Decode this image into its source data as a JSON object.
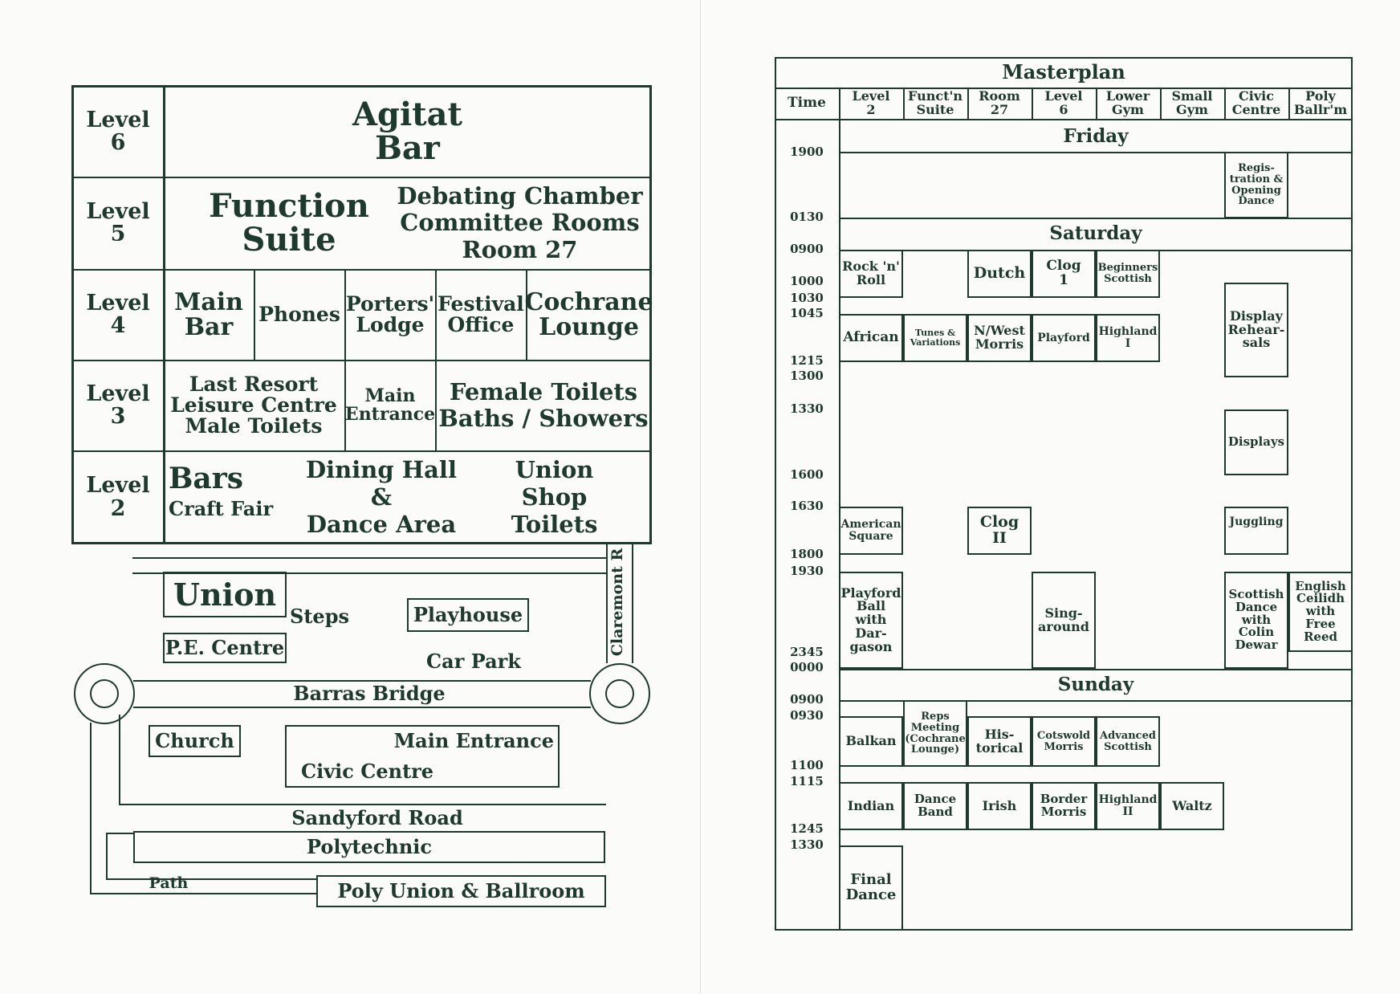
{
  "building_plan": {
    "level6": {
      "label": "Level\n6",
      "agitat_bar": "Agitat\nBar"
    },
    "level5": {
      "label": "Level\n5",
      "function_suite": "Function\nSuite",
      "debating": "Debating Chamber\nCommittee Rooms\nRoom 27"
    },
    "level4": {
      "label": "Level\n4",
      "main_bar": "Main\nBar",
      "phones": "Phones",
      "porters": "Porters'\nLodge",
      "festival": "Festival\nOffice",
      "cochrane": "Cochrane\nLounge"
    },
    "level3": {
      "label": "Level\n3",
      "last_resort": "Last  Resort\nLeisure Centre\nMale Toilets",
      "main_entrance": "Main\nEntrance",
      "female": "Female Toilets\nBaths / Showers"
    },
    "level2": {
      "label": "Level\n2",
      "bars": "Bars",
      "craft_fair": "Craft Fair",
      "dining": "Dining Hall &\nDance Area",
      "union_shop": "Union Shop\nToilets"
    }
  },
  "street_map": {
    "union": "Union",
    "steps": "Steps",
    "playhouse": "Playhouse",
    "pe_centre": "P.E. Centre",
    "car_park": "Car Park",
    "claremont": "Claremont R",
    "barras_bridge": "Barras Bridge",
    "church": "Church",
    "main_entrance": "Main Entrance",
    "civic_centre": "Civic Centre",
    "sandyford": "Sandyford Road",
    "polytechnic": "Polytechnic",
    "path": "Path",
    "poly_union": "Poly Union & Ballroom"
  },
  "masterplan": {
    "title": "Masterplan",
    "columns": [
      "Time",
      "Level\n2",
      "Funct'n\nSuite",
      "Room\n27",
      "Level\n6",
      "Lower\nGym",
      "Small\nGym",
      "Civic\nCentre",
      "Poly\nBallr'm"
    ],
    "days": {
      "friday": "Friday",
      "saturday": "Saturday",
      "sunday": "Sunday"
    },
    "times": [
      "1900",
      "0130",
      "0900",
      "1000",
      "1030",
      "1045",
      "1215",
      "1300",
      "1330",
      "1600",
      "1630",
      "1800",
      "1930",
      "2345",
      "0000",
      "0900",
      "0930",
      "1100",
      "1115",
      "1245",
      "1330"
    ],
    "events": {
      "registration": "Regis-\ntration &\nOpening\nDance",
      "rock_n_roll": "Rock 'n'\nRoll",
      "dutch": "Dutch",
      "clog1": "Clog\n1",
      "beginners_scottish": "Beginners\nScottish",
      "display_rehearsals": "Display\nRehear-\nsals",
      "african": "African",
      "tunes": "Tunes &\nVariations",
      "nwest_morris": "N/West\nMorris",
      "playford": "Playford",
      "highland1": "Highland\nI",
      "displays": "Displays",
      "american_square": "American\nSquare",
      "clog2": "Clog\nII",
      "juggling": "Juggling",
      "playford_ball": "Playford\nBall\nwith\nDar-\ngason",
      "singaround": "Sing-\naround",
      "scottish_dance": "Scottish\nDance\nwith\nColin\nDewar",
      "english_ceilidh": "English\nCeilidh\nwith\nFree\nReed",
      "balkan": "Balkan",
      "reps_meeting": "Reps\nMeeting\n(Cochrane\nLounge)",
      "historical": "His-\ntorical",
      "cotswold": "Cotswold\nMorris",
      "advanced_scottish": "Advanced\nScottish",
      "indian": "Indian",
      "dance_band": "Dance\nBand",
      "irish": "Irish",
      "border_morris": "Border\nMorris",
      "highland2": "Highland\nII",
      "waltz": "Waltz",
      "final_dance": "Final\nDance"
    }
  }
}
